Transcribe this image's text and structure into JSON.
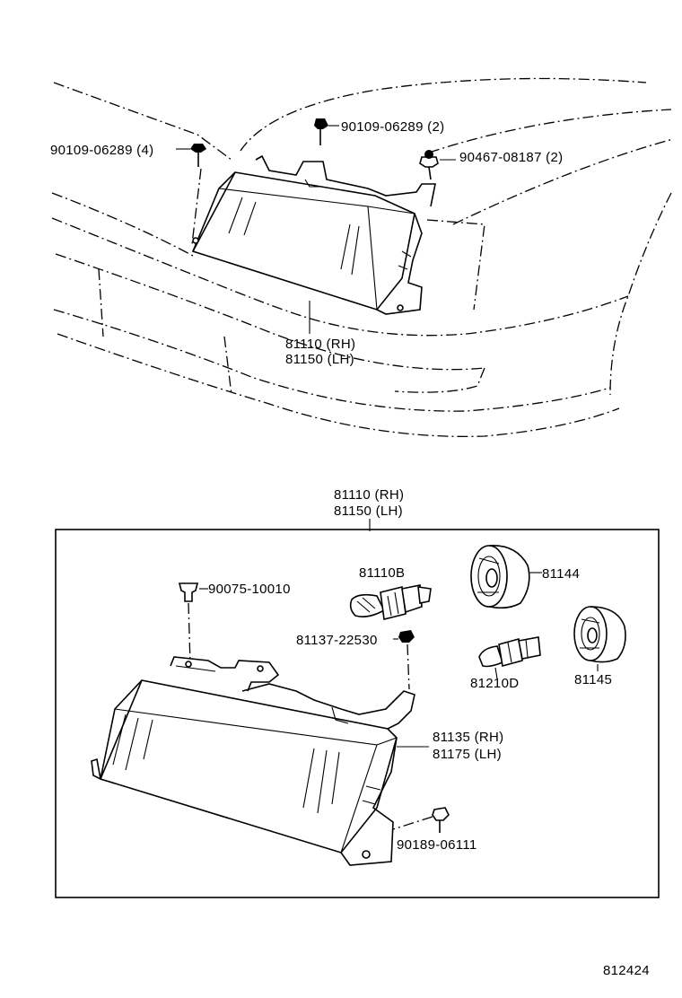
{
  "top_view": {
    "clip_left": "90109-06289 (4)",
    "clip_center": "90109-06289 (2)",
    "screw_right": "90467-08187 (2)",
    "headlamp_rh": "81110 (RH)",
    "headlamp_lh": "81150 (LH)"
  },
  "detail_view": {
    "assembly_rh": "81110 (RH)",
    "assembly_lh": "81150 (LH)",
    "grommet": "90075-10010",
    "bulb_main": "81110B",
    "socket_main": "81144",
    "clip_small": "81137-22530",
    "bulb_small": "81210D",
    "socket_small": "81145",
    "unit_rh": "81135 (RH)",
    "unit_lh": "81175 (LH)",
    "nut": "90189-06111"
  },
  "diagram_id": "812424"
}
